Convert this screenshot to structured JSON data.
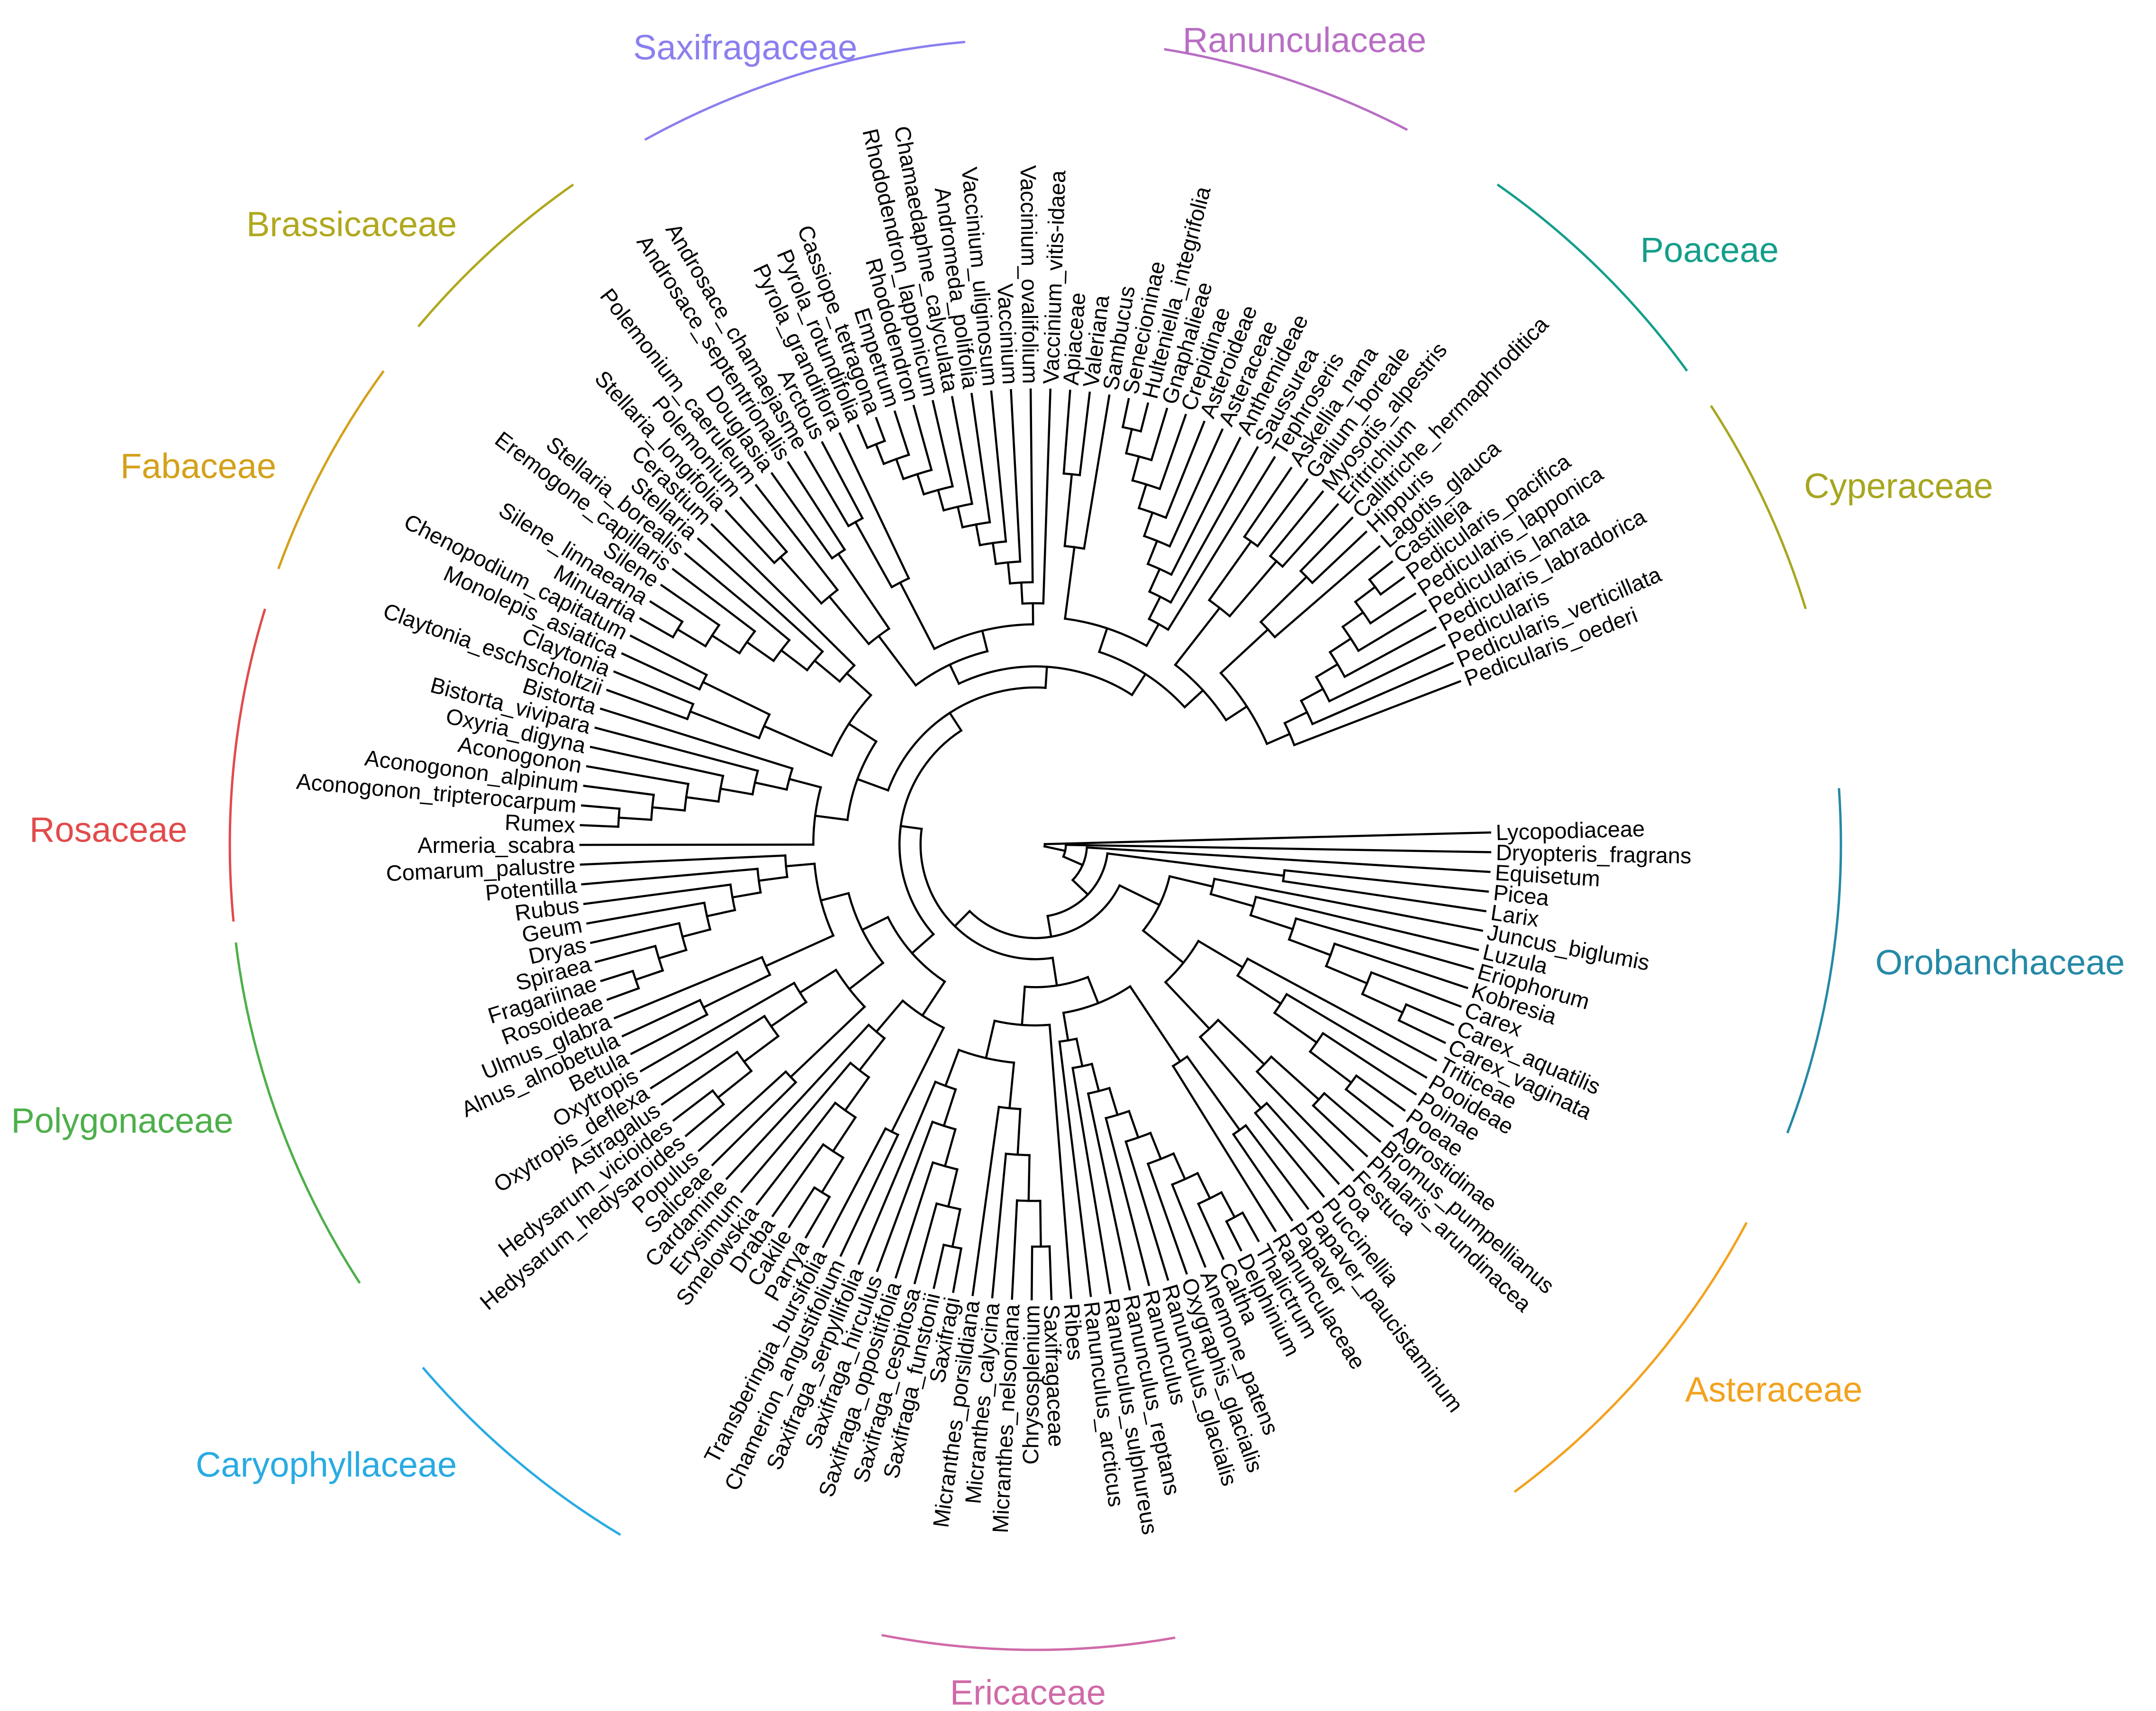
{
  "tips": [
    "Lycopodiaceae",
    "Dryopteris_fragrans",
    "Equisetum",
    "Picea",
    "Larix",
    "Juncus_biglumis",
    "Luzula",
    "Eriophorum",
    "Kobresia",
    "Carex",
    "Carex_aquatilis",
    "Carex_vaginata",
    "Triticeae",
    "Pooideae",
    "Poinae",
    "Poeae",
    "Agrostidinae",
    "Bromus_pumpellianus",
    "Phalaris_arundinacea",
    "Festuca",
    "Poa",
    "Puccinellia",
    "Papaver_paucistaminum",
    "Papaver",
    "Ranunculaceae",
    "Thalictrum",
    "Delphinium",
    "Caltha",
    "Anemone_patens",
    "Oxygraphis_glacialis",
    "Ranunculus_glacialis",
    "Ranunculus",
    "Ranunculus_reptans",
    "Ranunculus_sulphureus",
    "Ranunculus_arcticus",
    "Ribes",
    "Saxifragaceae",
    "Chrysosplenium",
    "Micranthes_nelsoniana",
    "Micranthes_calycina",
    "Micranthes_porsildiana",
    "Saxifragi",
    "Saxifraga_funstonii",
    "Saxifraga_cespitosa",
    "Saxifraga_oppositifolia",
    "Saxifraga_hirculus",
    "Saxifraga_serpyllifolia",
    "Chamerion_angustifolium",
    "Transberingia_bursifolia",
    "Parrya",
    "Cakile",
    "Draba",
    "Smelowskia",
    "Erysimum",
    "Cardamine",
    "Saliceae",
    "Populus",
    "Hedysarum_hedysaroides",
    "Hedysarum_vicioides",
    "Astragalus",
    "Oxytropis_deflexa",
    "Oxytropis",
    "Betula",
    "Alnus_alnobetula",
    "Ulmus_glabra",
    "Rosoideae",
    "Fragariinae",
    "Spiraea",
    "Dryas",
    "Geum",
    "Rubus",
    "Potentilla",
    "Comarum_palustre",
    "Armeria_scabra",
    "Rumex",
    "Aconogonon_tripterocarpum",
    "Aconogonon_alpinum",
    "Aconogonon",
    "Oxyria_digyna",
    "Bistorta_vivipara",
    "Bistorta",
    "Claytonia_eschscholtzii",
    "Claytonia",
    "Monolepis_asiatica",
    "Chenopodium_capitatum",
    "Minuartia",
    "Silene_linnaeana",
    "Silene",
    "Eremogone_capillaris",
    "Stellaria_borealis",
    "Stellaria",
    "Cerastium",
    "Stellaria_longifolia",
    "Polemonium",
    "Polemonium_caeruleum",
    "Douglasia",
    "Androsace_septentrionalis",
    "Androsace_chamaejasme",
    "Arctous",
    "Pyrola_grandiflora",
    "Pyrola_rotundifolia",
    "Cassiope_tetragona",
    "Empetrum",
    "Rhododendron",
    "Rhododendron_lapponicum",
    "Chamaedaphne_calyculata",
    "Andromeda_polifolia",
    "Vaccinium_uliginosum",
    "Vaccinium",
    "Vaccinium_ovalifolium",
    "Vaccinium_vitis-idaea",
    "Apiaceae",
    "Valeriana",
    "Sambucus",
    "Senecioninae",
    "Hulteniella_integrifolia",
    "Gnaphalieae",
    "Crepidinae",
    "Asteroideae",
    "Asteraceae",
    "Anthemideae",
    "Saussurea",
    "Tephroseris",
    "Askellia_nana",
    "Galium_boreale",
    "Myosotis_alpestris",
    "Eritrichium",
    "Callitriche_hermaphroditica",
    "Hippuris",
    "Lagotis_glauca",
    "Castilleja",
    "Pedicularis_pacifica",
    "Pedicularis_lapponica",
    "Pedicularis_lanata",
    "Pedicularis_labradorica",
    "Pedicularis",
    "Pedicularis_verticillata",
    "Pedicularis_oederi"
  ],
  "families": [
    {
      "name": "Ranunculaceae",
      "color": "#b86ec4",
      "range": [
        24,
        34
      ],
      "arc": [
        -80.8,
        -62.5
      ],
      "label_angle": -71.5
    },
    {
      "name": "Poaceae",
      "color": "#149e8a",
      "range": [
        12,
        21
      ],
      "arc": [
        -55.0,
        -36.0
      ],
      "label_angle": -44.5
    },
    {
      "name": "Cyperaceae",
      "color": "#a7a61f",
      "range": [
        6,
        11
      ],
      "arc": [
        -33.0,
        -17.0
      ],
      "label_angle": -25.0
    },
    {
      "name": "Orobanchaceae",
      "color": "#2489a6",
      "range": [
        129,
        137
      ],
      "arc": [
        -4.0,
        21.0
      ],
      "label_angle": 8.0
    },
    {
      "name": "Asteraceae",
      "color": "#f2a21e",
      "range": [
        115,
        122
      ],
      "arc": [
        28.0,
        53.5
      ],
      "label_angle": 40.0
    },
    {
      "name": "Ericaceae",
      "color": "#d06aa8",
      "range": [
        99,
        110
      ],
      "arc": [
        80.0,
        101.0
      ],
      "label_angle": 90.5
    },
    {
      "name": "Caryophyllaceae",
      "color": "#29abe2",
      "range": [
        86,
        93
      ],
      "arc": [
        121.0,
        139.5
      ],
      "label_angle": 133.0
    },
    {
      "name": "Polygonaceae",
      "color": "#4daf4a",
      "range": [
        74,
        81
      ],
      "arc": [
        147.0,
        173.0
      ],
      "label_angle": 161.0
    },
    {
      "name": "Rosaceae",
      "color": "#e14b4b",
      "range": [
        65,
        72
      ],
      "arc": [
        174.5,
        197.0
      ],
      "label_angle": 181.0
    },
    {
      "name": "Fabaceae",
      "color": "#d3a11a",
      "range": [
        57,
        61
      ],
      "arc": [
        200.0,
        216.0
      ],
      "label_angle": 206.5
    },
    {
      "name": "Brassicaceae",
      "color": "#b0a81e",
      "range": [
        48,
        54
      ],
      "arc": [
        220.0,
        235.0
      ],
      "label_angle": 227.0
    },
    {
      "name": "Saxifragaceae",
      "color": "#8a7ff0",
      "range": [
        36,
        46
      ],
      "arc": [
        241.0,
        265.0
      ],
      "label_angle": 250.0
    }
  ]
}
